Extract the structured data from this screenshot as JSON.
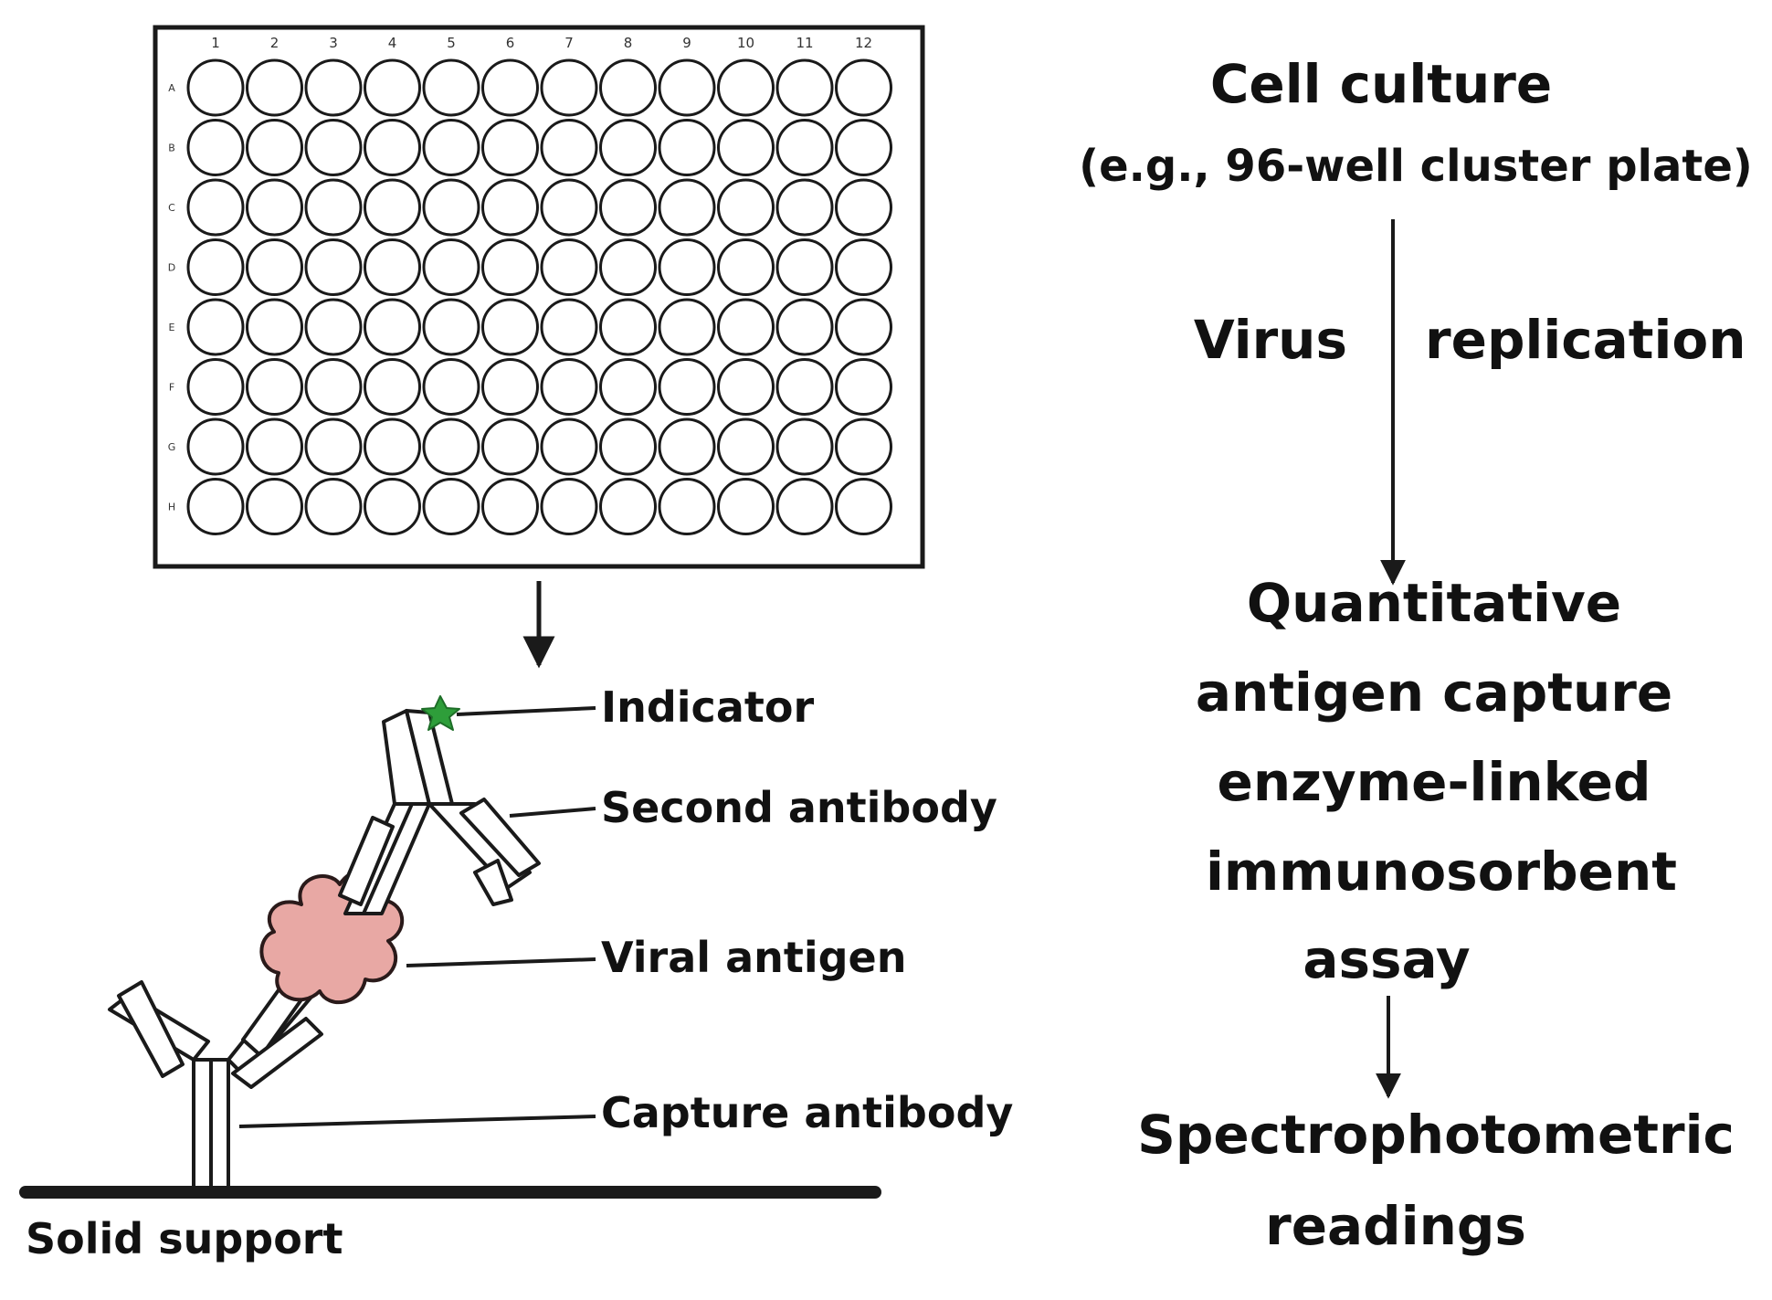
{
  "plate": {
    "columns": [
      "1",
      "2",
      "3",
      "4",
      "5",
      "6",
      "7",
      "8",
      "9",
      "10",
      "11",
      "12"
    ],
    "rows": [
      "A",
      "B",
      "C",
      "D",
      "E",
      "F",
      "G",
      "H"
    ]
  },
  "elisa_labels": {
    "indicator": "Indicator",
    "second_antibody": "Second antibody",
    "viral_antigen": "Viral antigen",
    "capture_antibody": "Capture antibody",
    "solid_support": "Solid support"
  },
  "flow": {
    "cell_culture": "Cell culture",
    "cell_culture_example": "(e.g., 96-well cluster plate)",
    "virus": "Virus",
    "replication": "replication",
    "assay_lines": [
      "Quantitative",
      "antigen capture",
      "enzyme-linked",
      "immunosorbent",
      "assay"
    ],
    "readings_lines": [
      "Spectrophotometric",
      "readings"
    ]
  },
  "colors": {
    "indicator_star": "#2e9e3a",
    "viral_antigen": "#e8a8a4",
    "viral_antigen_edge": "#2a1a1a",
    "outline": "#1a1a1a"
  }
}
